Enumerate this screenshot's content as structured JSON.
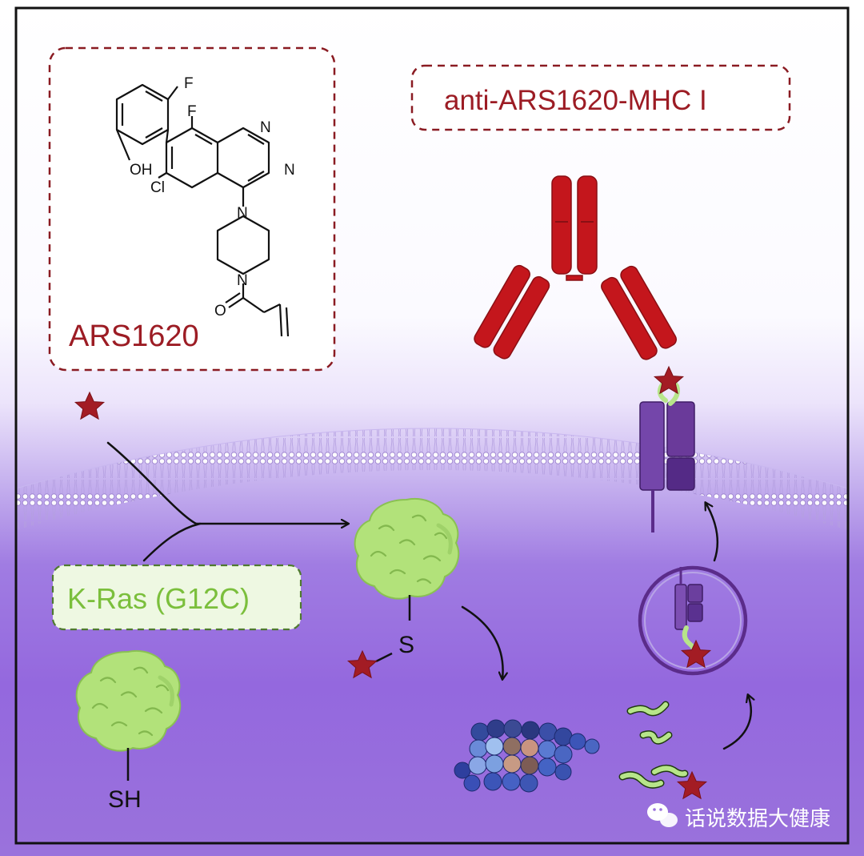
{
  "labels": {
    "drug_name": "ARS1620",
    "antibody_name": "anti-ARS1620-MHC I",
    "protein_name": "K-Ras (G12C)",
    "thiol_free": "SH",
    "thioether": "S",
    "watermark": "话说数据大健康"
  },
  "molecule_atoms": {
    "f_top": "F",
    "f_mid": "F",
    "n_upper": "N",
    "n_lower": "N",
    "oh": "OH",
    "cl": "Cl",
    "n_pip_top": "N",
    "n_pip_bottom": "N",
    "o_carbonyl": "O"
  },
  "colors": {
    "drug_red": "#8a1b22",
    "antibody_red": "#c4161c",
    "membrane_purple": "#a286d8",
    "cytoplasm_purple": "#8f63dc",
    "protein_green": "#b2e27a",
    "protein_text_green": "#7bbf3c",
    "mhc_purple": "#6a3a9a"
  },
  "icons": {
    "watermark_logo": "wechat-icon"
  }
}
